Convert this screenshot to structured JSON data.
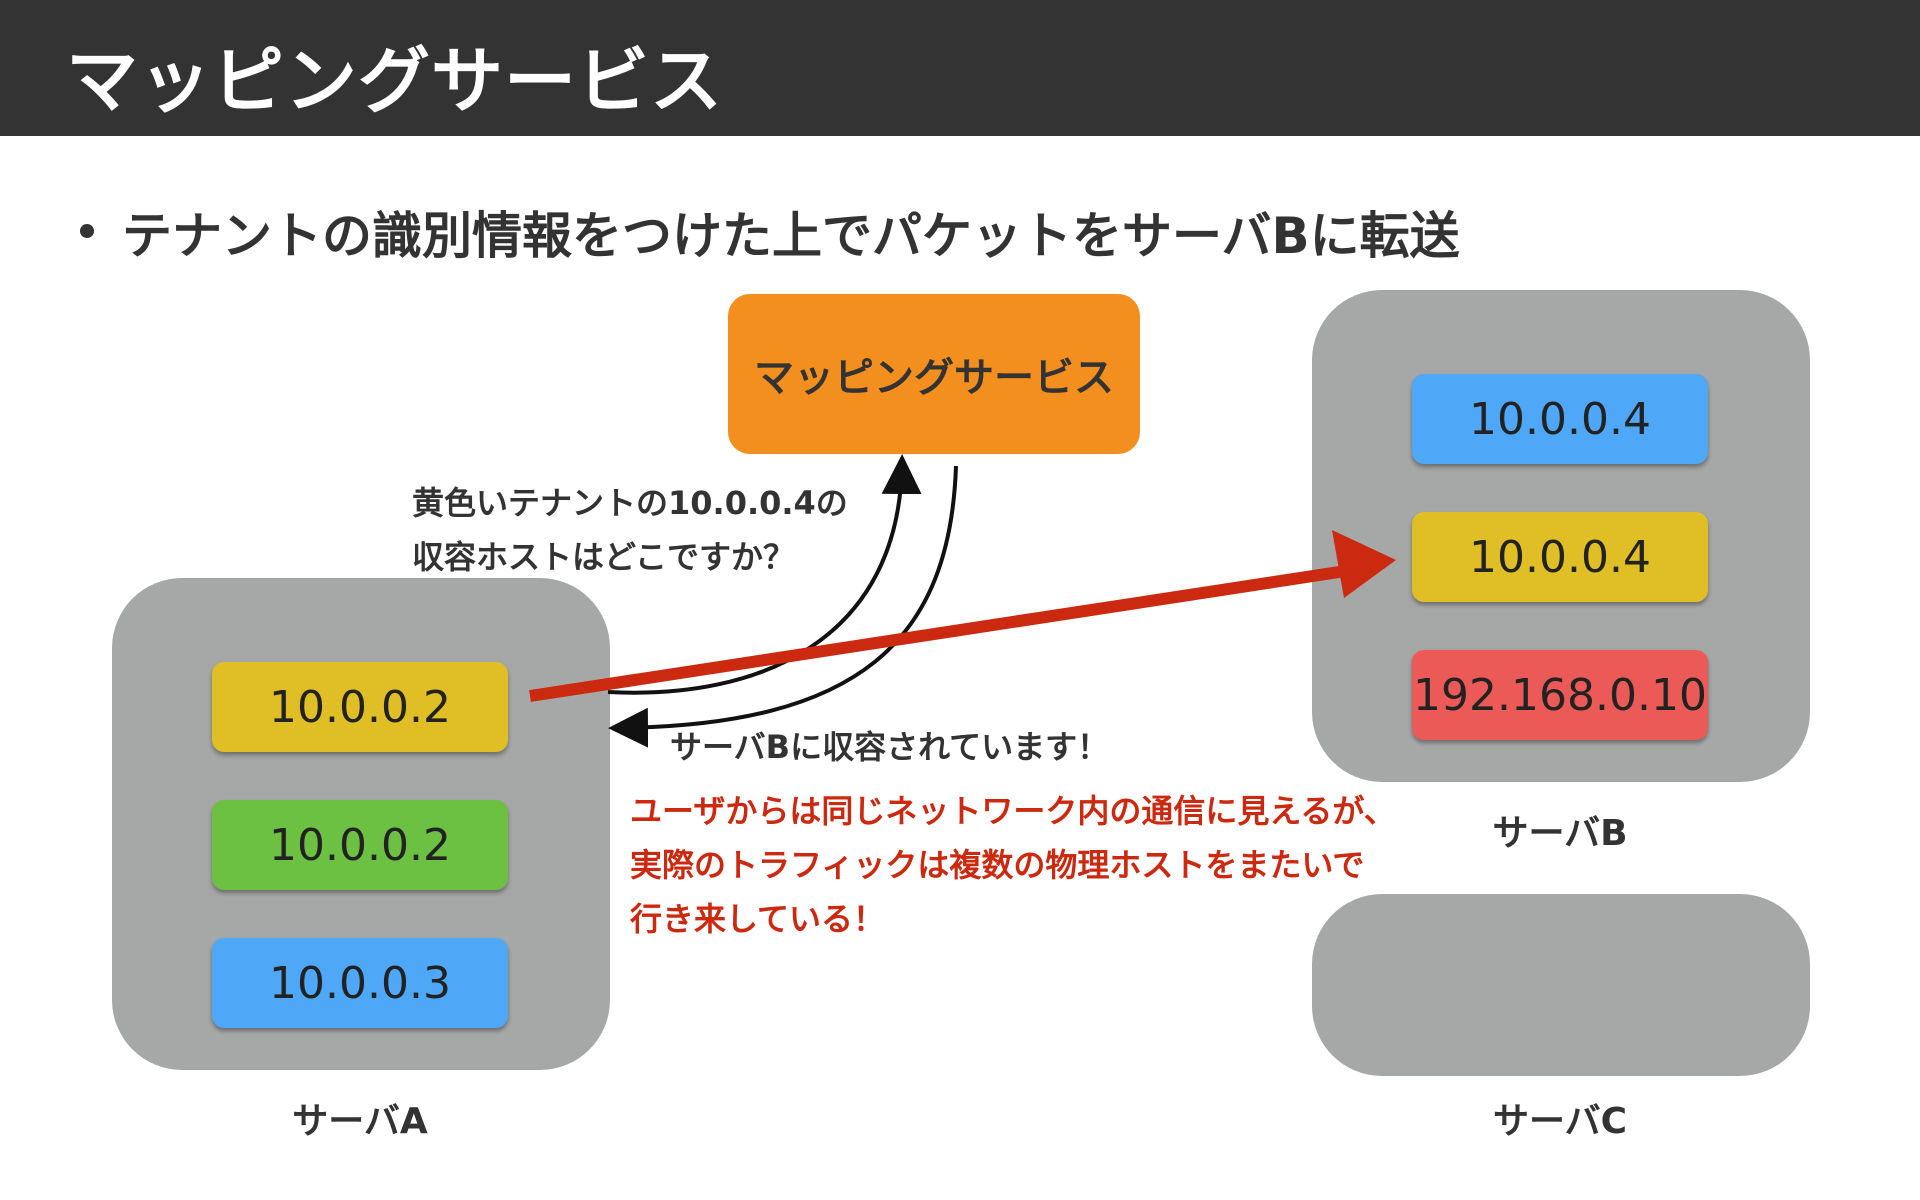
{
  "header": {
    "title": "マッピングサービス"
  },
  "bullet": {
    "text": "テナントの識別情報をつけた上でパケットをサーバBに転送"
  },
  "mapping_service": {
    "label": "マッピングサービス"
  },
  "servers": {
    "a": {
      "label": "サーバA",
      "vms": [
        "10.0.0.2",
        "10.0.0.2",
        "10.0.0.3"
      ]
    },
    "b": {
      "label": "サーバB",
      "vms": [
        "10.0.0.4",
        "10.0.0.4",
        "192.168.0.10"
      ]
    },
    "c": {
      "label": "サーバC"
    }
  },
  "query": {
    "line1": "黄色いテナントの10.0.0.4の",
    "line2": "収容ホストはどこですか？"
  },
  "reply": {
    "text": "サーバBに収容されています！"
  },
  "remark": {
    "line1": "ユーザからは同じネットワーク内の通信に見えるが、",
    "line2": "実際のトラフィックは複数の物理ホストをまたいで",
    "line3": "行き来している！"
  },
  "colors": {
    "header_bg": "#333333",
    "server_gray": "#a6a8a8",
    "mapping_orange": "#f28f1e",
    "tenant_yellow": "#dfbf25",
    "tenant_green": "#6cc142",
    "tenant_blue": "#4fa8f7",
    "tenant_red": "#eb5a57",
    "arrow_red": "#cc2a10"
  }
}
